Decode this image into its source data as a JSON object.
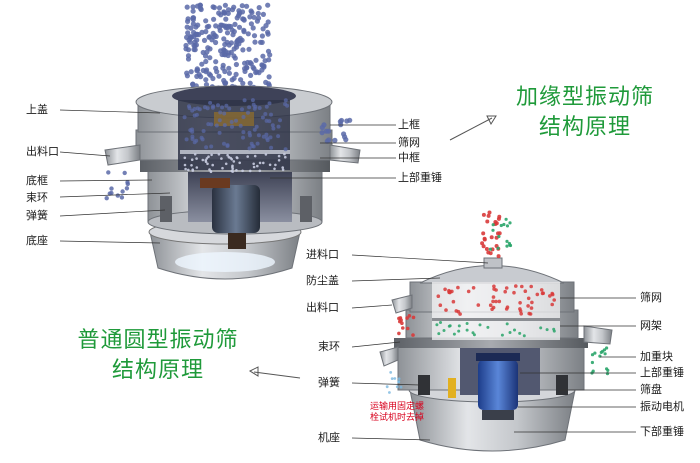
{
  "top_machine": {
    "title_line1": "加缘型振动筛",
    "title_line2": "结构原理",
    "labels_left": [
      "上盖",
      "出料口",
      "底框",
      "束环",
      "弹簧",
      "底座"
    ],
    "labels_right": [
      "上框",
      "筛网",
      "中框",
      "上部重锤"
    ]
  },
  "bottom_machine": {
    "title_line1": "普通圆型振动筛",
    "title_line2": "结构原理",
    "labels_left": [
      "进料口",
      "防尘盖",
      "出料口",
      "束环",
      "弹簧",
      "机座"
    ],
    "labels_right": [
      "筛网",
      "网架",
      "加重块",
      "上部重锤",
      "筛盘",
      "振动电机",
      "下部重锤"
    ],
    "note_line1": "运输用固定螺",
    "note_line2": "栓试机时去掉"
  },
  "colors": {
    "title_green": "#1f9a3a",
    "note_red": "#d8001c",
    "metal": "#b9bcc1",
    "particle_blue": "#5a6aa8",
    "particle_red": "#d83a3a",
    "particle_green": "#2aa56a"
  }
}
